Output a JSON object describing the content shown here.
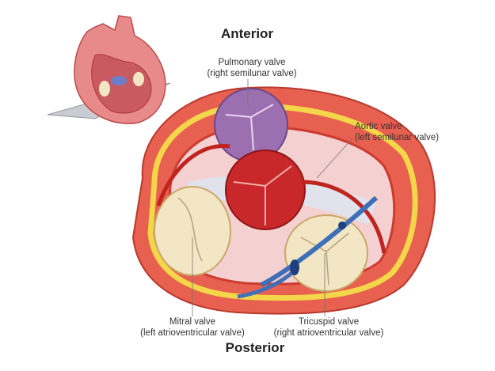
{
  "titles": {
    "anterior": "Anterior",
    "posterior": "Posterior"
  },
  "labels": {
    "pulmonary": {
      "name": "Pulmonary valve",
      "alt": "(right semilunar valve)"
    },
    "aortic": {
      "name": "Aortic valve",
      "alt": "(left semilunar valve)"
    },
    "mitral": {
      "name": "Mitral valve",
      "alt": "(left atrioventricular valve)"
    },
    "tricuspid": {
      "name": "Tricuspid valve",
      "alt": "(right atrioventricular valve)"
    }
  },
  "colors": {
    "muscle": "#e8604f",
    "fat": "#f3d64a",
    "pulmonary": "#9b6fb0",
    "aortic": "#c8282a",
    "av_valve": "#f3e6c4",
    "vessel_blue": "#3f6fb8"
  }
}
